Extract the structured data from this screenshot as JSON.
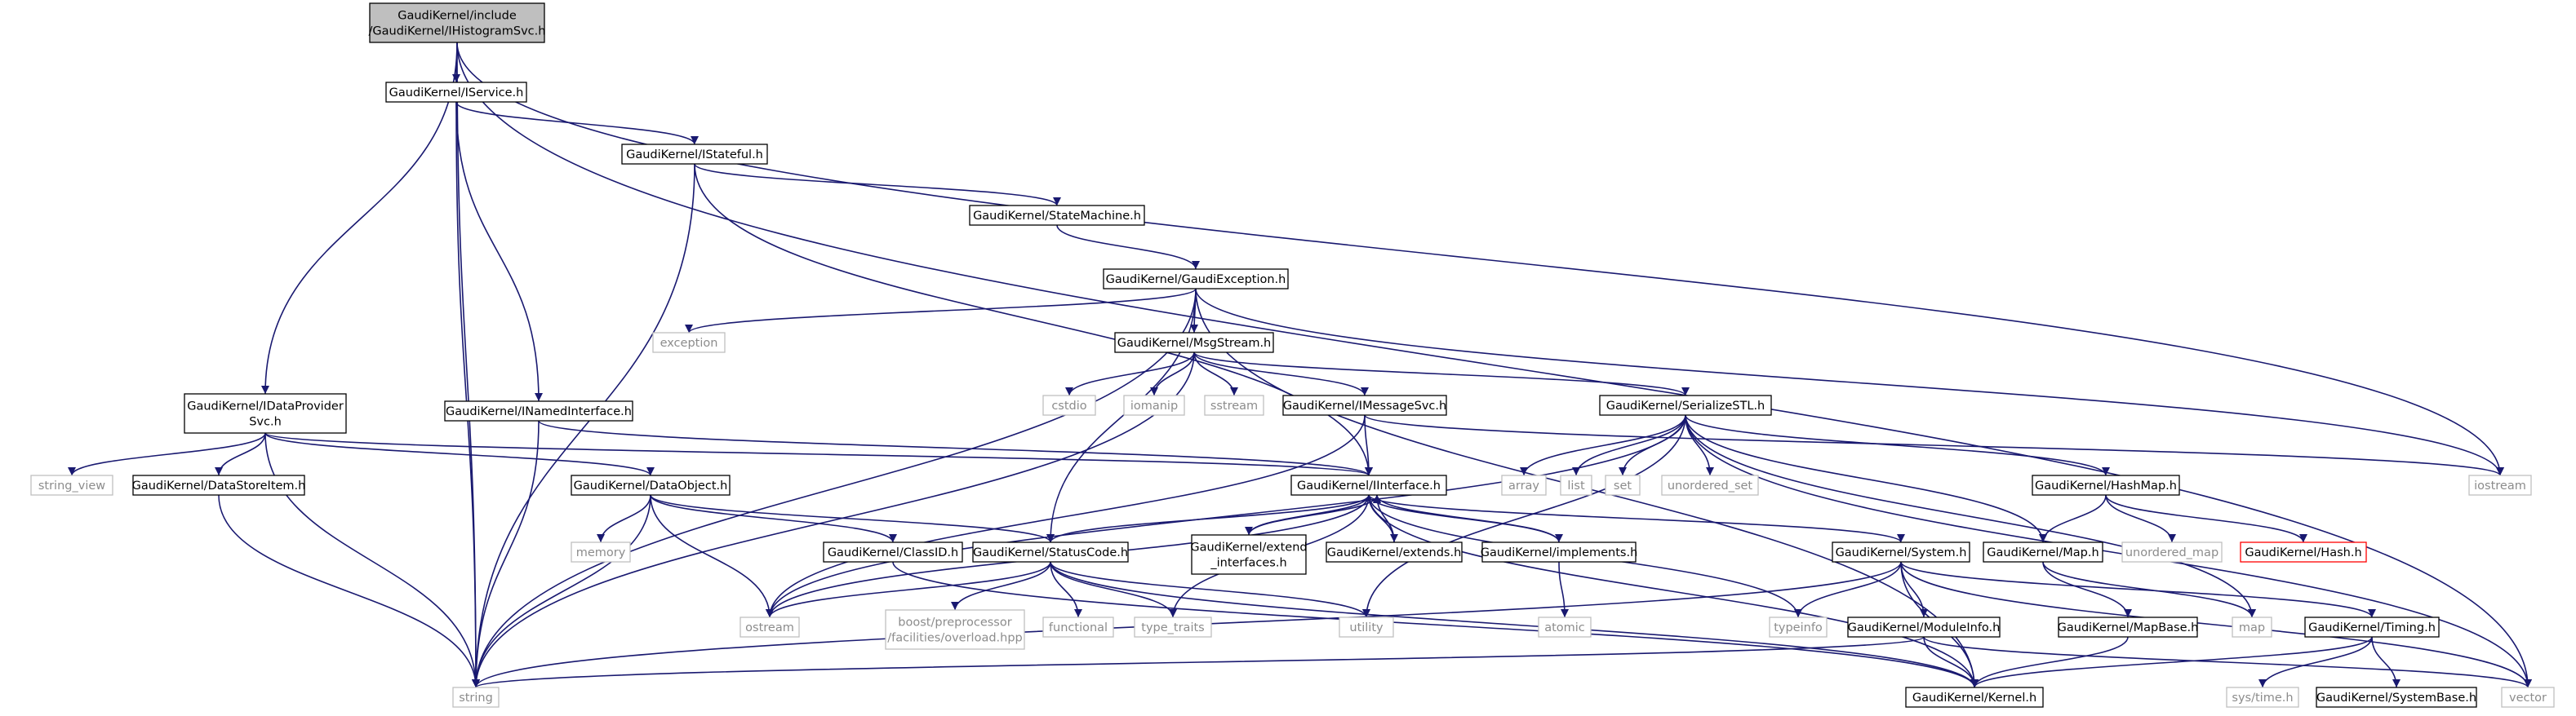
{
  "colors": {
    "edge": "#191970",
    "node_border": "#000000",
    "external_border": "#bfbfbf",
    "external_text": "#8c8c8c",
    "missing_border": "#ff0000",
    "root_fill": "#bfbfbf",
    "node_fill": "#ffffff",
    "text": "#000000"
  },
  "nodes": [
    {
      "id": "root",
      "lines": [
        "GaudiKernel/include",
        "/GaudiKernel/IHistogramSvc.h"
      ],
      "style": "root"
    },
    {
      "id": "iservice",
      "lines": [
        "GaudiKernel/IService.h"
      ],
      "style": "normal"
    },
    {
      "id": "istateful",
      "lines": [
        "GaudiKernel/IStateful.h"
      ],
      "style": "normal"
    },
    {
      "id": "statemachine",
      "lines": [
        "GaudiKernel/StateMachine.h"
      ],
      "style": "normal"
    },
    {
      "id": "gaudiexception",
      "lines": [
        "GaudiKernel/GaudiException.h"
      ],
      "style": "normal"
    },
    {
      "id": "exception",
      "lines": [
        "exception"
      ],
      "style": "external"
    },
    {
      "id": "msgstream",
      "lines": [
        "GaudiKernel/MsgStream.h"
      ],
      "style": "normal"
    },
    {
      "id": "cstdio",
      "lines": [
        "cstdio"
      ],
      "style": "external"
    },
    {
      "id": "iomanip",
      "lines": [
        "iomanip"
      ],
      "style": "external"
    },
    {
      "id": "sstream",
      "lines": [
        "sstream"
      ],
      "style": "external"
    },
    {
      "id": "imessagesvc",
      "lines": [
        "GaudiKernel/IMessageSvc.h"
      ],
      "style": "normal"
    },
    {
      "id": "serializestl",
      "lines": [
        "GaudiKernel/SerializeSTL.h"
      ],
      "style": "normal"
    },
    {
      "id": "idataprovidersvc",
      "lines": [
        "GaudiKernel/IDataProvider",
        "Svc.h"
      ],
      "style": "normal"
    },
    {
      "id": "inamedinterface",
      "lines": [
        "GaudiKernel/INamedInterface.h"
      ],
      "style": "normal"
    },
    {
      "id": "string_view",
      "lines": [
        "string_view"
      ],
      "style": "external"
    },
    {
      "id": "datastoreitem",
      "lines": [
        "GaudiKernel/DataStoreItem.h"
      ],
      "style": "normal"
    },
    {
      "id": "dataobject",
      "lines": [
        "GaudiKernel/DataObject.h"
      ],
      "style": "normal"
    },
    {
      "id": "iinterface",
      "lines": [
        "GaudiKernel/IInterface.h"
      ],
      "style": "normal"
    },
    {
      "id": "array",
      "lines": [
        "array"
      ],
      "style": "external"
    },
    {
      "id": "list",
      "lines": [
        "list"
      ],
      "style": "external"
    },
    {
      "id": "set",
      "lines": [
        "set"
      ],
      "style": "external"
    },
    {
      "id": "unordered_set",
      "lines": [
        "unordered_set"
      ],
      "style": "external"
    },
    {
      "id": "hashmap",
      "lines": [
        "GaudiKernel/HashMap.h"
      ],
      "style": "normal"
    },
    {
      "id": "iostream",
      "lines": [
        "iostream"
      ],
      "style": "external"
    },
    {
      "id": "memory",
      "lines": [
        "memory"
      ],
      "style": "external"
    },
    {
      "id": "classid",
      "lines": [
        "GaudiKernel/ClassID.h"
      ],
      "style": "normal"
    },
    {
      "id": "statuscode",
      "lines": [
        "GaudiKernel/StatusCode.h"
      ],
      "style": "normal"
    },
    {
      "id": "extend_interfaces",
      "lines": [
        "GaudiKernel/extend",
        "_interfaces.h"
      ],
      "style": "normal"
    },
    {
      "id": "extends",
      "lines": [
        "GaudiKernel/extends.h"
      ],
      "style": "normal"
    },
    {
      "id": "implements",
      "lines": [
        "GaudiKernel/implements.h"
      ],
      "style": "normal"
    },
    {
      "id": "system",
      "lines": [
        "GaudiKernel/System.h"
      ],
      "style": "normal"
    },
    {
      "id": "map_h",
      "lines": [
        "GaudiKernel/Map.h"
      ],
      "style": "normal"
    },
    {
      "id": "unordered_map",
      "lines": [
        "unordered_map"
      ],
      "style": "external"
    },
    {
      "id": "hash",
      "lines": [
        "GaudiKernel/Hash.h"
      ],
      "style": "missing"
    },
    {
      "id": "ostream",
      "lines": [
        "ostream"
      ],
      "style": "external"
    },
    {
      "id": "boost_overload",
      "lines": [
        "boost/preprocessor",
        "/facilities/overload.hpp"
      ],
      "style": "external"
    },
    {
      "id": "functional",
      "lines": [
        "functional"
      ],
      "style": "external"
    },
    {
      "id": "type_traits",
      "lines": [
        "type_traits"
      ],
      "style": "external"
    },
    {
      "id": "utility",
      "lines": [
        "utility"
      ],
      "style": "external"
    },
    {
      "id": "atomic",
      "lines": [
        "atomic"
      ],
      "style": "external"
    },
    {
      "id": "typeinfo",
      "lines": [
        "typeinfo"
      ],
      "style": "external"
    },
    {
      "id": "moduleinfo",
      "lines": [
        "GaudiKernel/ModuleInfo.h"
      ],
      "style": "normal"
    },
    {
      "id": "mapbase",
      "lines": [
        "GaudiKernel/MapBase.h"
      ],
      "style": "normal"
    },
    {
      "id": "map",
      "lines": [
        "map"
      ],
      "style": "external"
    },
    {
      "id": "timing",
      "lines": [
        "GaudiKernel/Timing.h"
      ],
      "style": "normal"
    },
    {
      "id": "string",
      "lines": [
        "string"
      ],
      "style": "external"
    },
    {
      "id": "kernel",
      "lines": [
        "GaudiKernel/Kernel.h"
      ],
      "style": "normal"
    },
    {
      "id": "systime",
      "lines": [
        "sys/time.h"
      ],
      "style": "external"
    },
    {
      "id": "systembase",
      "lines": [
        "GaudiKernel/SystemBase.h"
      ],
      "style": "normal"
    },
    {
      "id": "vector",
      "lines": [
        "vector"
      ],
      "style": "external"
    }
  ],
  "edges": [
    [
      "root",
      "iservice"
    ],
    [
      "root",
      "idataprovidersvc"
    ],
    [
      "root",
      "string"
    ],
    [
      "root",
      "iostream"
    ],
    [
      "root",
      "vector"
    ],
    [
      "iservice",
      "istateful"
    ],
    [
      "iservice",
      "inamedinterface"
    ],
    [
      "iservice",
      "string"
    ],
    [
      "istateful",
      "statemachine"
    ],
    [
      "istateful",
      "iinterface"
    ],
    [
      "istateful",
      "string"
    ],
    [
      "statemachine",
      "gaudiexception"
    ],
    [
      "gaudiexception",
      "exception"
    ],
    [
      "gaudiexception",
      "msgstream"
    ],
    [
      "gaudiexception",
      "statuscode"
    ],
    [
      "gaudiexception",
      "string"
    ],
    [
      "gaudiexception",
      "iostream"
    ],
    [
      "gaudiexception",
      "kernel"
    ],
    [
      "msgstream",
      "cstdio"
    ],
    [
      "msgstream",
      "iomanip"
    ],
    [
      "msgstream",
      "sstream"
    ],
    [
      "msgstream",
      "imessagesvc"
    ],
    [
      "msgstream",
      "serializestl"
    ],
    [
      "msgstream",
      "string"
    ],
    [
      "imessagesvc",
      "iinterface"
    ],
    [
      "imessagesvc",
      "ostream"
    ],
    [
      "imessagesvc",
      "iostream"
    ],
    [
      "serializestl",
      "array"
    ],
    [
      "serializestl",
      "list"
    ],
    [
      "serializestl",
      "set"
    ],
    [
      "serializestl",
      "unordered_set"
    ],
    [
      "serializestl",
      "hashmap"
    ],
    [
      "serializestl",
      "map_h"
    ],
    [
      "serializestl",
      "ostream"
    ],
    [
      "serializestl",
      "utility"
    ],
    [
      "serializestl",
      "map"
    ],
    [
      "serializestl",
      "vector"
    ],
    [
      "idataprovidersvc",
      "string_view"
    ],
    [
      "idataprovidersvc",
      "datastoreitem"
    ],
    [
      "idataprovidersvc",
      "dataobject"
    ],
    [
      "idataprovidersvc",
      "iinterface"
    ],
    [
      "idataprovidersvc",
      "string"
    ],
    [
      "inamedinterface",
      "iinterface"
    ],
    [
      "inamedinterface",
      "string"
    ],
    [
      "datastoreitem",
      "string"
    ],
    [
      "dataobject",
      "memory"
    ],
    [
      "dataobject",
      "classid"
    ],
    [
      "dataobject",
      "statuscode"
    ],
    [
      "dataobject",
      "ostream"
    ],
    [
      "dataobject",
      "string"
    ],
    [
      "classid",
      "kernel"
    ],
    [
      "iinterface",
      "statuscode"
    ],
    [
      "iinterface",
      "extend_interfaces"
    ],
    [
      "iinterface",
      "extends"
    ],
    [
      "iinterface",
      "implements"
    ],
    [
      "iinterface",
      "system"
    ],
    [
      "iinterface",
      "ostream"
    ],
    [
      "iinterface",
      "type_traits"
    ],
    [
      "iinterface",
      "typeinfo"
    ],
    [
      "iinterface",
      "kernel"
    ],
    [
      "extend_interfaces",
      "iinterface"
    ],
    [
      "extends",
      "iinterface"
    ],
    [
      "implements",
      "iinterface"
    ],
    [
      "implements",
      "atomic"
    ],
    [
      "statuscode",
      "ostream"
    ],
    [
      "statuscode",
      "boost_overload"
    ],
    [
      "statuscode",
      "functional"
    ],
    [
      "statuscode",
      "type_traits"
    ],
    [
      "statuscode",
      "utility"
    ],
    [
      "statuscode",
      "kernel"
    ],
    [
      "hashmap",
      "map_h"
    ],
    [
      "hashmap",
      "unordered_map"
    ],
    [
      "hashmap",
      "hash"
    ],
    [
      "map_h",
      "mapbase"
    ],
    [
      "map_h",
      "map"
    ],
    [
      "mapbase",
      "kernel"
    ],
    [
      "system",
      "moduleinfo"
    ],
    [
      "system",
      "typeinfo"
    ],
    [
      "system",
      "timing"
    ],
    [
      "system",
      "kernel"
    ],
    [
      "system",
      "string"
    ],
    [
      "system",
      "vector"
    ],
    [
      "moduleinfo",
      "kernel"
    ],
    [
      "moduleinfo",
      "string"
    ],
    [
      "moduleinfo",
      "vector"
    ],
    [
      "timing",
      "kernel"
    ],
    [
      "timing",
      "systime"
    ],
    [
      "timing",
      "systembase"
    ]
  ]
}
